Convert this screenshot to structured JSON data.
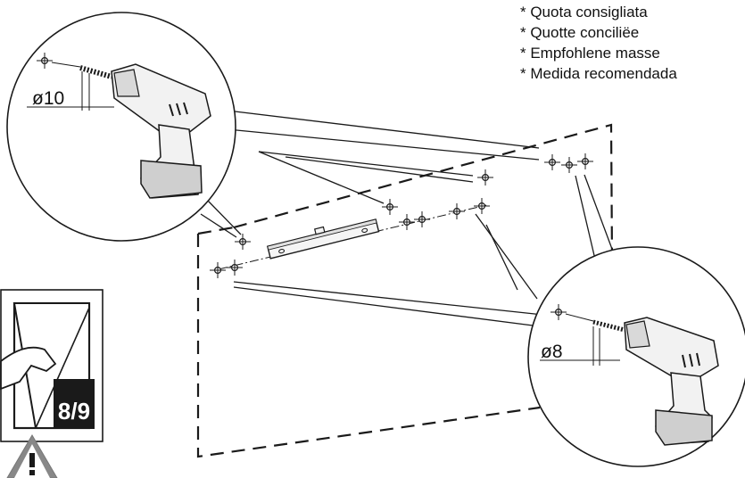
{
  "notes": [
    "* Quota consigliata",
    "* Quotte conciliëe",
    "* Empfohlene masse",
    "* Medida recomendada"
  ],
  "dimensions": {
    "left_drill_diameter": "ø10",
    "right_drill_diameter": "ø8"
  },
  "page_ref": "8/9",
  "warning_icon": "warning-triangle-icon",
  "colors": {
    "line": "#1a1a1a",
    "fill_light": "#f2f2f2",
    "fill_mid": "#d9d9d9",
    "fill_dark": "#9a9a9a"
  }
}
